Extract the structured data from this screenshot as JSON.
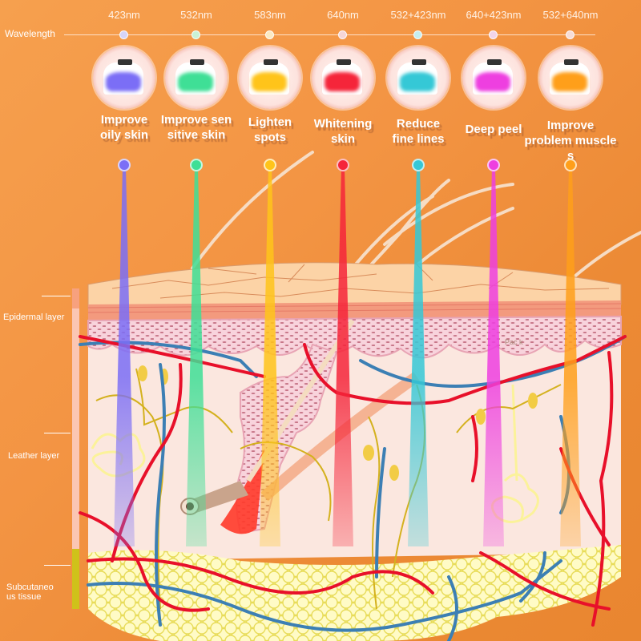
{
  "header": {
    "wavelength_label": "Wavelength"
  },
  "modes": [
    {
      "wavelength": "423nm",
      "effect_line1": "Improve",
      "effect_line2": "oily skin",
      "effect_line3": "",
      "color": "#7b6ef6",
      "node_color": "#d6d4f7"
    },
    {
      "wavelength": "532nm",
      "effect_line1": "Improve sen",
      "effect_line2": "sitive skin",
      "effect_line3": "",
      "color": "#3fdf96",
      "node_color": "#c9f2d6"
    },
    {
      "wavelength": "583nm",
      "effect_line1": "Lighten",
      "effect_line2": "spots",
      "effect_line3": "",
      "color": "#ffc41a",
      "node_color": "#fbe9c2"
    },
    {
      "wavelength": "640nm",
      "effect_line1": "Whitening",
      "effect_line2": "skin",
      "effect_line3": "",
      "color": "#f5253a",
      "node_color": "#f6d6d6"
    },
    {
      "wavelength": "532+423nm",
      "effect_line1": "Reduce",
      "effect_line2": "fine lines",
      "effect_line3": "",
      "color": "#35c8d6",
      "node_color": "#c6eef0"
    },
    {
      "wavelength": "640+423nm",
      "effect_line1": "Deep peel",
      "effect_line2": "",
      "effect_line3": "",
      "color": "#ee3fe0",
      "node_color": "#f2d4e9"
    },
    {
      "wavelength": "532+640nm",
      "effect_line1": "Improve",
      "effect_line2": "problem muscle",
      "effect_line3": "s",
      "color": "#ff9f1a",
      "node_color": "#f6dcd6"
    }
  ],
  "layers": {
    "epidermal": "Epidermal layer",
    "leather": "Leather layer",
    "subcutaneous_line1": "Subcutaneo",
    "subcutaneous_line2": "us tissue",
    "epidermal_color": "#f7a17e",
    "leather_color": "#fbc6b3",
    "subcutaneous_color": "#cfc21a"
  },
  "diagram": {
    "annotation": "Pac k"
  }
}
